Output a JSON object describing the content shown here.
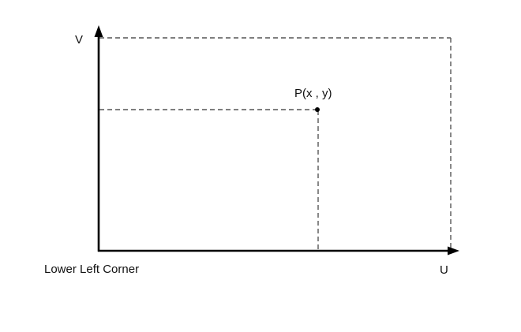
{
  "diagram": {
    "axis_u_label": "U",
    "axis_v_label": "V",
    "origin_label": "Lower Left Corner",
    "point_label": "P(x , y)"
  },
  "colors": {
    "axis": "#000000",
    "dashed_guides": "#555555",
    "background": "#ffffff"
  }
}
